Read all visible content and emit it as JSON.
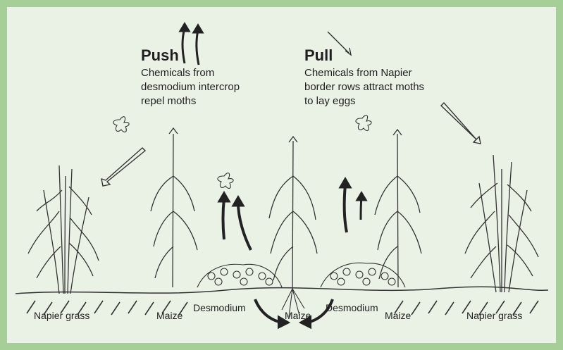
{
  "push": {
    "title": "Push",
    "description": "Chemicals from desmodium intercrop repel moths"
  },
  "pull": {
    "title": "Pull",
    "description": "Chemicals from Napier border rows attract moths to lay eggs"
  },
  "labels": {
    "napier_left": "Napier grass",
    "maize_left": "Maize",
    "desmodium_left": "Desmodium",
    "maize_center": "Maize",
    "desmodium_right": "Desmodium",
    "maize_right": "Maize",
    "napier_right": "Napier grass"
  },
  "colors": {
    "border": "#a6cf98",
    "background": "#eaf2e5",
    "ink": "#1f1f1f"
  }
}
